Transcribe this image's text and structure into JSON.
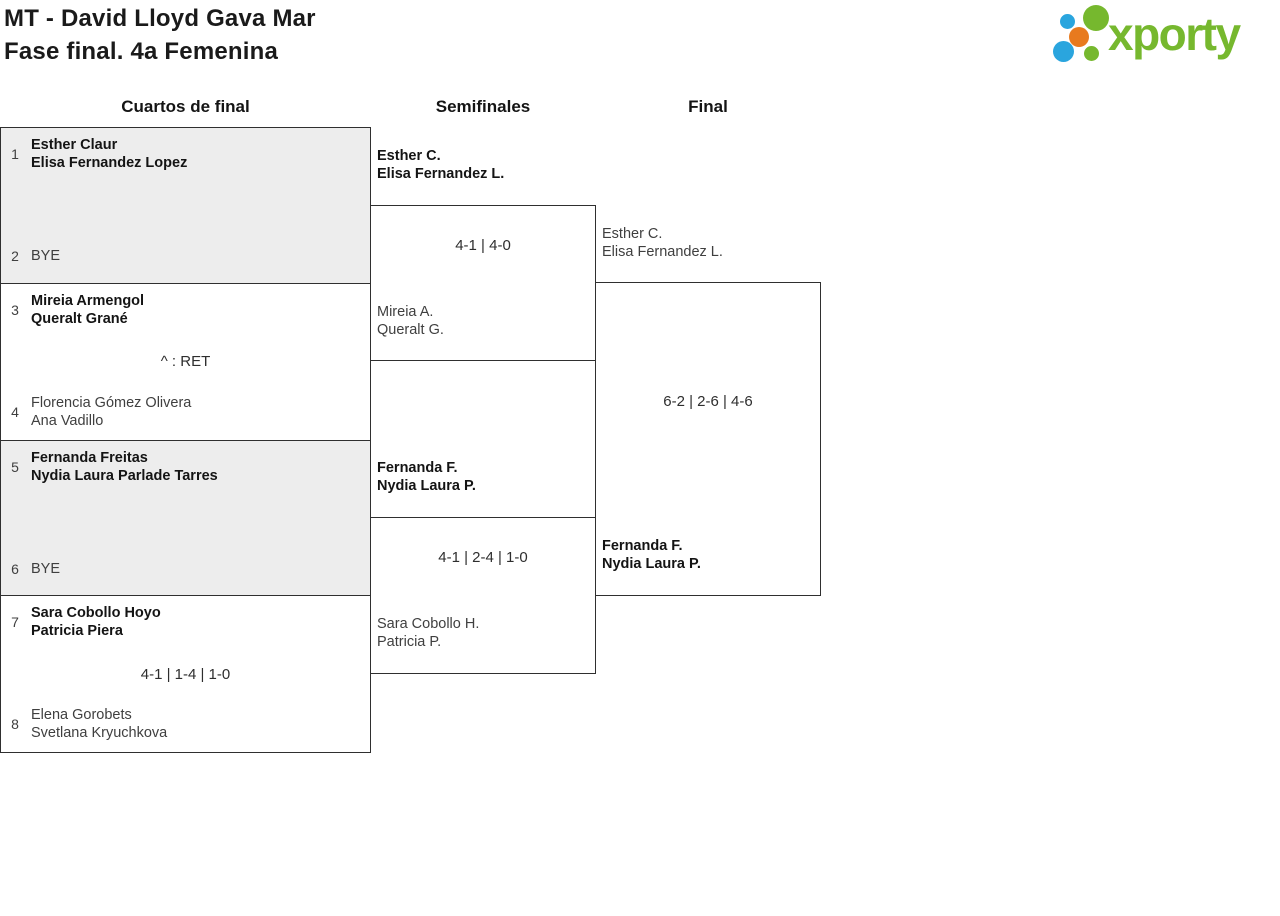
{
  "title": {
    "line1": "MT - David Lloyd Gava Mar",
    "line2": "Fase final. 4a Femenina"
  },
  "logo": {
    "wordmark": "xporty",
    "colors": {
      "green": "#76b82e",
      "blue": "#2aa5de",
      "orange": "#e87a1e"
    }
  },
  "round_headers": {
    "quarterfinals": "Cuartos de final",
    "semifinals": "Semifinales",
    "final": "Final"
  },
  "colors": {
    "box_gray": "#ededed",
    "border": "#2f2f2f",
    "winner_text": "#141414",
    "loser_text": "#3f3f3f"
  },
  "quarterfinals": [
    {
      "top": {
        "seed": "1",
        "lines": [
          "Esther Claur",
          "Elisa Fernandez Lopez"
        ],
        "winner": true
      },
      "score": "",
      "bottom": {
        "seed": "2",
        "lines": [
          "BYE"
        ],
        "winner": false
      }
    },
    {
      "top": {
        "seed": "3",
        "lines": [
          "Mireia Armengol",
          "Queralt Grané"
        ],
        "winner": true
      },
      "score": "^ : RET",
      "bottom": {
        "seed": "4",
        "lines": [
          "Florencia Gómez Olivera",
          "Ana Vadillo"
        ],
        "winner": false
      }
    },
    {
      "top": {
        "seed": "5",
        "lines": [
          "Fernanda Freitas",
          "Nydia Laura Parlade Tarres"
        ],
        "winner": true
      },
      "score": "",
      "bottom": {
        "seed": "6",
        "lines": [
          "BYE"
        ],
        "winner": false
      }
    },
    {
      "top": {
        "seed": "7",
        "lines": [
          "Sara Cobollo Hoyo",
          "Patricia Piera"
        ],
        "winner": true
      },
      "score": "4-1 | 1-4 | 1-0",
      "bottom": {
        "seed": "8",
        "lines": [
          "Elena Gorobets",
          "Svetlana Kryuchkova"
        ],
        "winner": false
      }
    }
  ],
  "semifinals": [
    {
      "winner": {
        "lines": [
          "Esther C.",
          "Elisa Fernandez L."
        ]
      },
      "score": "4-1 | 4-0",
      "loser": {
        "lines": [
          "Mireia A.",
          "Queralt G."
        ]
      }
    },
    {
      "winner": {
        "lines": [
          "Fernanda F.",
          "Nydia Laura P."
        ]
      },
      "score": "4-1 | 2-4 | 1-0",
      "loser": {
        "lines": [
          "Sara Cobollo H.",
          "Patricia P."
        ]
      }
    }
  ],
  "final": {
    "finalist_top": {
      "lines": [
        "Esther C.",
        "Elisa Fernandez L."
      ],
      "winner": false
    },
    "score": "6-2 | 2-6 | 4-6",
    "winner_bottom": {
      "lines": [
        "Fernanda F.",
        "Nydia Laura P."
      ],
      "winner": true
    }
  }
}
